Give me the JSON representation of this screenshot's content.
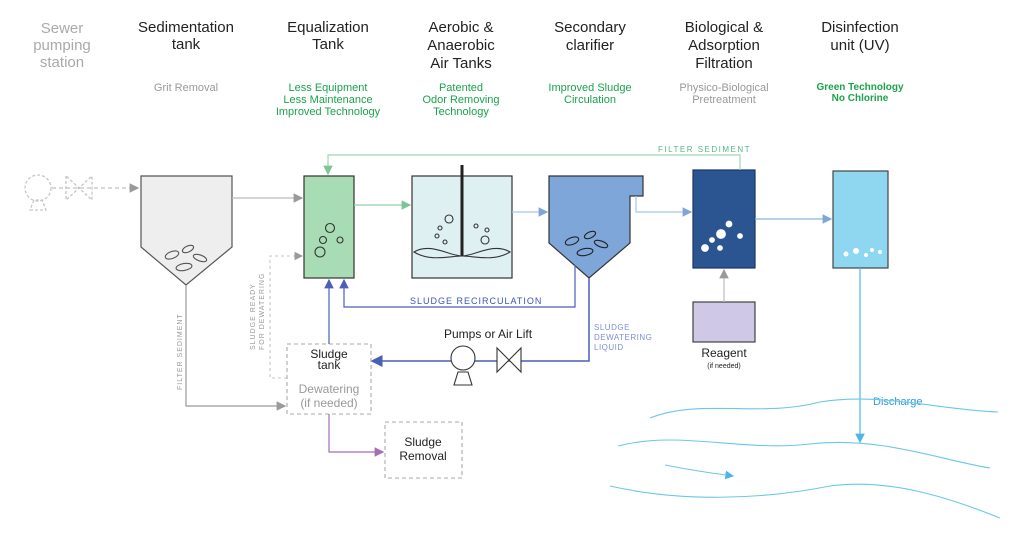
{
  "stages": [
    {
      "id": "sewer",
      "title": [
        "Sewer",
        "pumping",
        "station"
      ],
      "subtitle": [],
      "muted": true
    },
    {
      "id": "sedimentation",
      "title": [
        "Sedimentation",
        "tank"
      ],
      "subtitle": [
        "Grit Removal"
      ],
      "sub_style": "gray"
    },
    {
      "id": "equalization",
      "title": [
        "Equalization",
        "Tank"
      ],
      "subtitle": [
        "Less Equipment",
        "Less Maintenance",
        "Improved Technology"
      ],
      "sub_style": "green"
    },
    {
      "id": "aerobic",
      "title": [
        "Aerobic &",
        "Anaerobic",
        "Air Tanks"
      ],
      "subtitle": [
        "Patented",
        "Odor Removing",
        "Technology"
      ],
      "sub_style": "green"
    },
    {
      "id": "secondary",
      "title": [
        "Secondary",
        "clarifier"
      ],
      "subtitle": [
        "Improved Sludge",
        "Circulation"
      ],
      "sub_style": "green"
    },
    {
      "id": "biological",
      "title": [
        "Biological &",
        "Adsorption",
        "Filtration"
      ],
      "subtitle": [
        "Physico-Biological",
        "Pretreatment"
      ],
      "sub_style": "gray"
    },
    {
      "id": "disinfection",
      "title": [
        "Disinfection",
        "unit (UV)"
      ],
      "subtitle": [
        "Green Technology",
        "No Chlorine"
      ],
      "sub_style": "green-bold"
    }
  ],
  "labels": {
    "filter_sediment_top": "FILTER SEDIMENT",
    "sludge_recirculation": "SLUDGE RECIRCULATION",
    "filter_sediment_side": "FILTER SEDIMENT",
    "sludge_ready": [
      "SLUDGE READY",
      "FOR DEWATERING"
    ],
    "sludge_dewatering": [
      "SLUDGE",
      "DEWATERING",
      "LIQUID"
    ],
    "pumps": "Pumps or Air Lift",
    "sludge_tank": [
      "Sludge",
      "tank"
    ],
    "dewatering": [
      "Dewatering",
      "(if needed)"
    ],
    "sludge_removal": [
      "Sludge",
      "Removal"
    ],
    "reagent": "Reagent",
    "reagent_note": "(if needed)",
    "discharge": "Discharge"
  },
  "colors": {
    "equalization_fill": "#a8dcb4",
    "aerobic_fill": "#dff0f3",
    "clarifier_fill": "#7fa6d9",
    "biological_fill": "#2b5590",
    "disinfection_fill": "#8fd6f1",
    "reagent_fill": "#cfc8e6",
    "sedimentation_fill": "#eeeeee",
    "recirc_line": "#4a5fb8",
    "green_line": "#8fd1a6",
    "water_line": "#6cc7e8",
    "removal_line": "#a76cb3"
  }
}
